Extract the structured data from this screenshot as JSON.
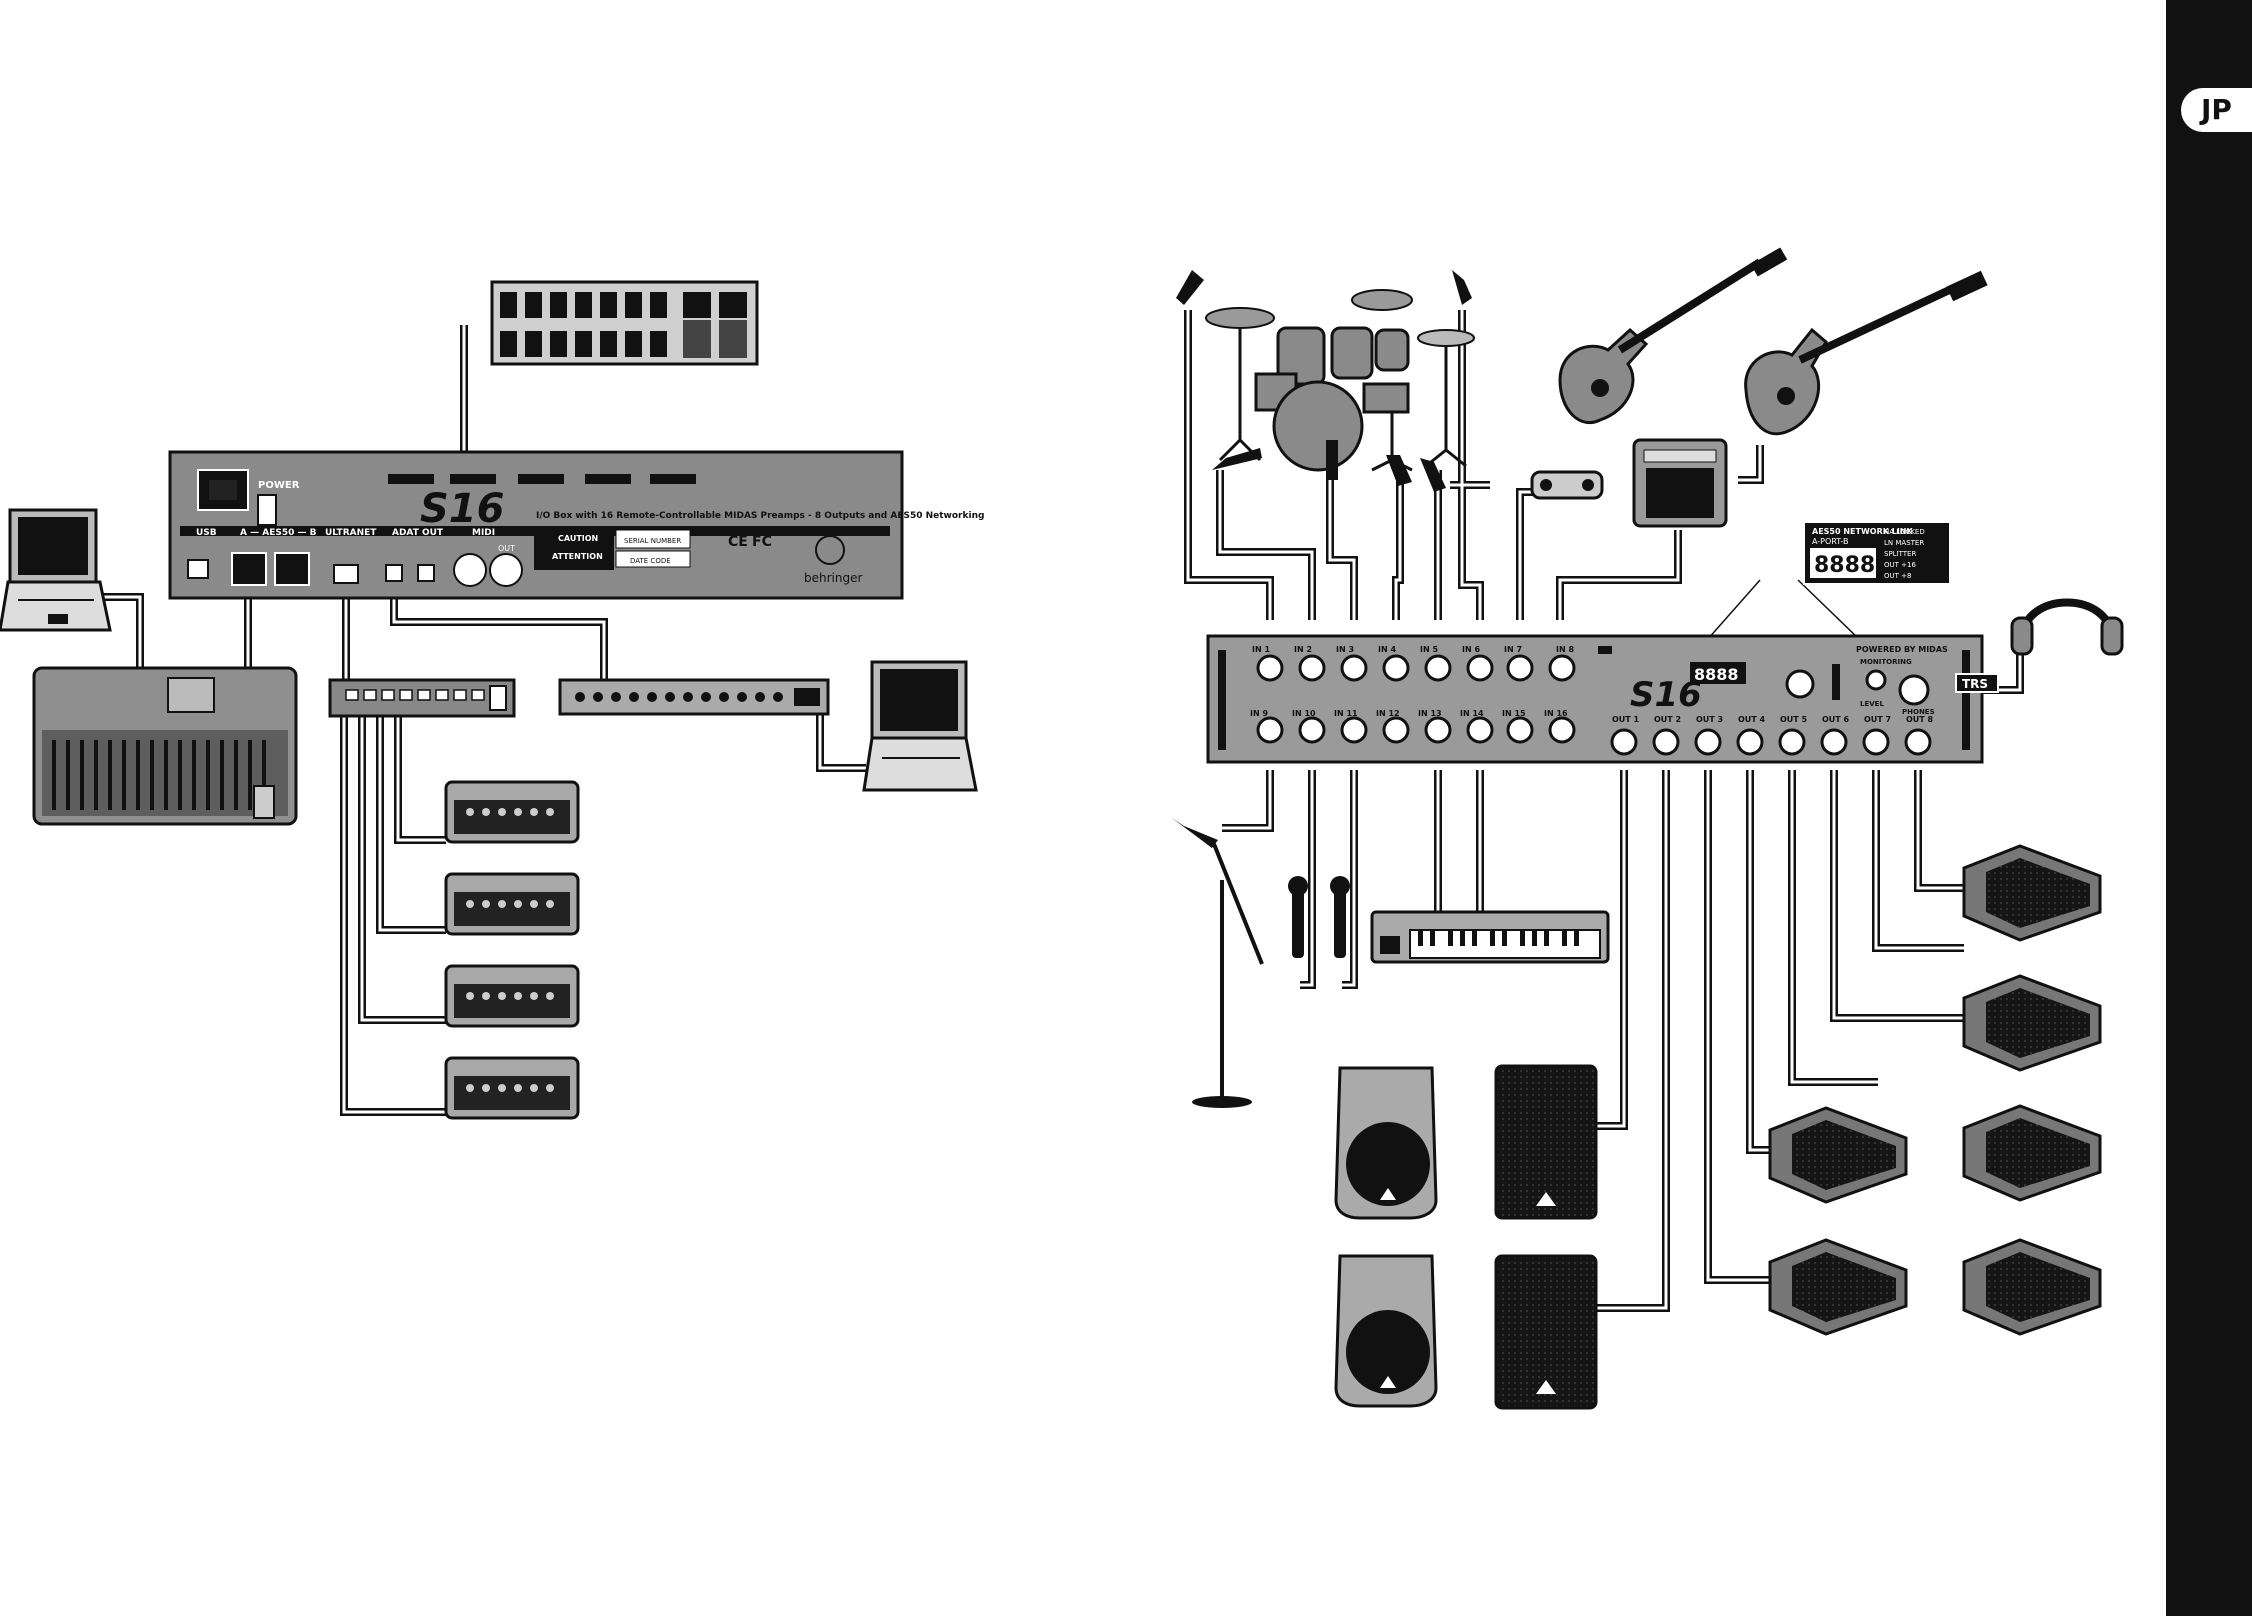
{
  "page": {
    "language_tab": "JP"
  },
  "left_diagram": {
    "rear_panel": {
      "logo": "S16",
      "description": "I/O Box with 16 Remote-Controllable MIDAS Preamps - 8 Outputs and AES50 Networking",
      "brand": "behringer",
      "power_label": "POWER",
      "usb_label": "USB",
      "aes50_label": "A — AES50 — B",
      "ultranet_label": "ULTRANET",
      "adat_label": "ADAT OUT",
      "midi_label": "MIDI",
      "out_label": "OUT",
      "caution": "CAUTION",
      "attention": "ATTENTION",
      "serial_label": "SERIAL NUMBER",
      "date_code_label": "DATE CODE",
      "ce_mark": "CE",
      "fc_mark": "FC"
    }
  },
  "right_diagram": {
    "front_panel": {
      "logo": "S16",
      "powered_by": "POWERED BY MIDAS",
      "display_value": "8888",
      "inputs_top": [
        "IN 1",
        "IN 2",
        "IN 3",
        "IN 4",
        "IN 5",
        "IN 6",
        "IN 7",
        "IN 8"
      ],
      "inputs_bottom": [
        "IN 9",
        "IN 10",
        "IN 11",
        "IN 12",
        "IN 13",
        "IN 14",
        "IN 15",
        "IN 16"
      ],
      "outputs": [
        "OUT 1",
        "OUT 2",
        "OUT 3",
        "OUT 4",
        "OUT 5",
        "OUT 6",
        "OUT 7",
        "OUT 8"
      ],
      "level_label": "LEVEL",
      "phones_label": "PHONES",
      "monitoring_label": "MONITORING"
    },
    "callout": {
      "title": "AES50 NETWORK LINK",
      "port_line": "A-PORT-B",
      "display_value": "8888",
      "items": [
        "HA LOCKED",
        "LN MASTER",
        "SPLITTER",
        "OUT +16",
        "OUT +8"
      ]
    },
    "trs_label": "TRS"
  }
}
